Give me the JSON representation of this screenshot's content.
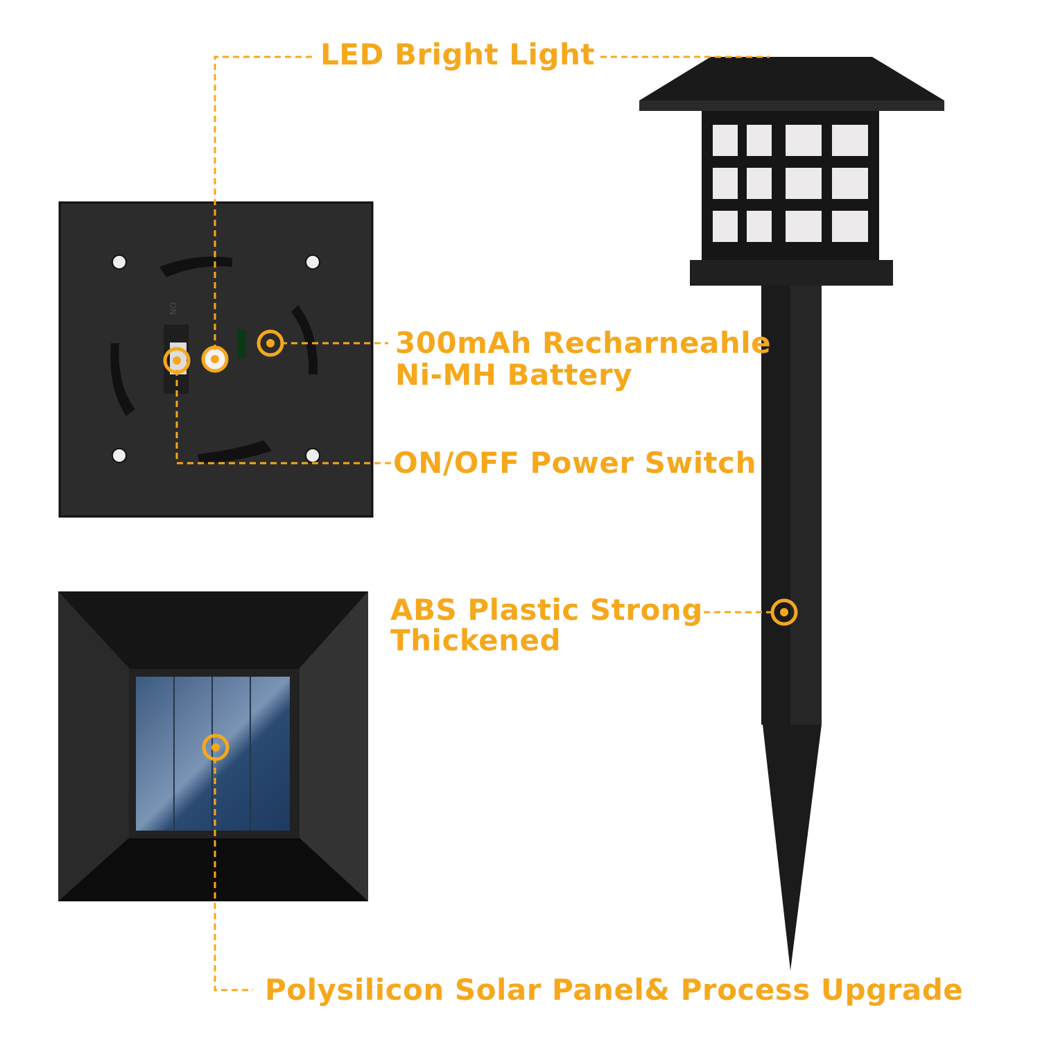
{
  "colors": {
    "accent": "#f5a81c",
    "product": "#1c1c1c",
    "panel": "#2c2c2c"
  },
  "callouts": {
    "led": "LED  Bright Light",
    "battery_line1": "300mAh Recharneahle",
    "battery_line2": "Ni-MH Battery",
    "switch": "ON/OFF Power Switch",
    "abs_line1": "ABS Plastic Strong",
    "abs_line2": "Thickened",
    "solar": "Polysilicon Solar Panel&  Process Upgrade"
  },
  "switch_marking": "ON"
}
